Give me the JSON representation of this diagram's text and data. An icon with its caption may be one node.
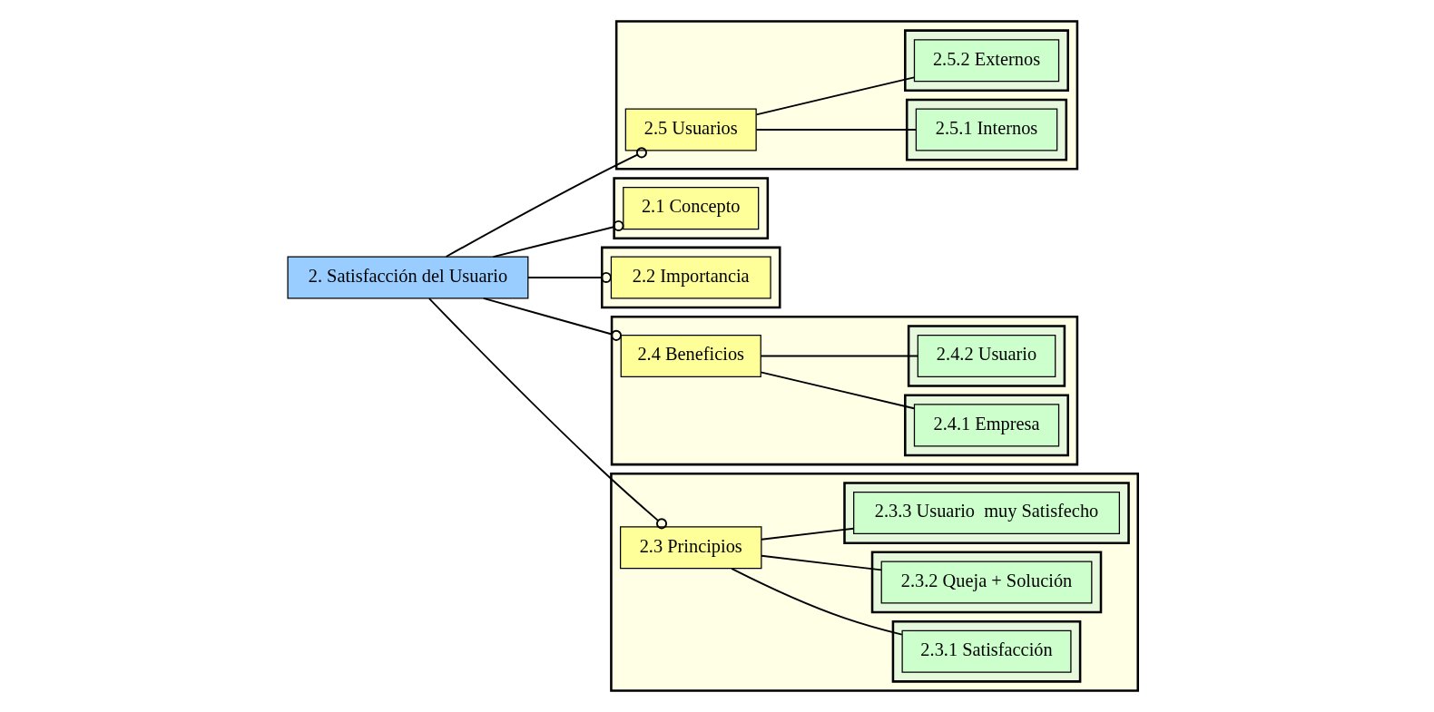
{
  "diagram": {
    "nodes": [
      {
        "text": [
          "2. Satisfacción del Usuario"
        ]
      },
      {
        "text": [],
        "shape": "box"
      },
      {
        "text": [
          "2.5 Usuarios"
        ],
        "in": 1
      },
      {
        "text": [],
        "shape": "box",
        "in": 1
      },
      {
        "text": [
          "2.5.1 Internos"
        ],
        "in": 3
      },
      {
        "text": [],
        "shape": "box",
        "in": 1
      },
      {
        "text": [
          "2.5.2 Externos"
        ],
        "in": 5
      },
      {
        "text": [],
        "shape": "box"
      },
      {
        "text": [
          "2.1 Concepto"
        ],
        "in": 7
      },
      {
        "text": [],
        "shape": "box"
      },
      {
        "text": [
          "2.2 Importancia"
        ],
        "in": 9
      },
      {
        "text": [],
        "shape": "box"
      },
      {
        "text": [
          "2.4 Beneficios"
        ],
        "in": 11
      },
      {
        "text": [],
        "shape": "box",
        "in": 11
      },
      {
        "text": [
          "2.4.1 Empresa"
        ],
        "in": 13
      },
      {
        "text": [],
        "shape": "box",
        "in": 11
      },
      {
        "text": [
          "2.4.2 Usuario"
        ],
        "in": 15
      },
      {
        "text": [],
        "shape": "box"
      },
      {
        "text": [
          "2.3 Principios"
        ],
        "in": 17
      },
      {
        "text": [],
        "shape": "box",
        "in": 17
      },
      {
        "text": [
          "2.3.1 Satisfacción"
        ],
        "in": 19
      },
      {
        "text": [],
        "shape": "box",
        "in": 17
      },
      {
        "text": [
          "2.3.2 Queja + Solución"
        ],
        "in": 21
      },
      {
        "text": [],
        "shape": "box",
        "in": 17
      },
      {
        "text": [
          "2.3.3 Usuario  muy Satisfecho"
        ],
        "in": 23
      }
    ],
    "edges": [
      {
        "from": 0,
        "to": 2,
        "arrow": "other"
      },
      {
        "from": 0,
        "to": 8,
        "arrow": "other"
      },
      {
        "from": 0,
        "to": 10,
        "arrow": "other"
      },
      {
        "from": 0,
        "to": 12,
        "arrow": "other"
      },
      {
        "from": 0,
        "to": 18,
        "arrow": "other"
      },
      {
        "from": 2,
        "to": 4,
        "arrow": "none"
      },
      {
        "from": 2,
        "to": 6,
        "arrow": "none"
      },
      {
        "from": 12,
        "to": 14,
        "arrow": "none"
      },
      {
        "from": 12,
        "to": 16,
        "arrow": "none"
      },
      {
        "from": 18,
        "to": 20,
        "arrow": "none"
      },
      {
        "from": 18,
        "to": 22,
        "arrow": "none"
      },
      {
        "from": 18,
        "to": 24,
        "arrow": "none"
      }
    ]
  }
}
